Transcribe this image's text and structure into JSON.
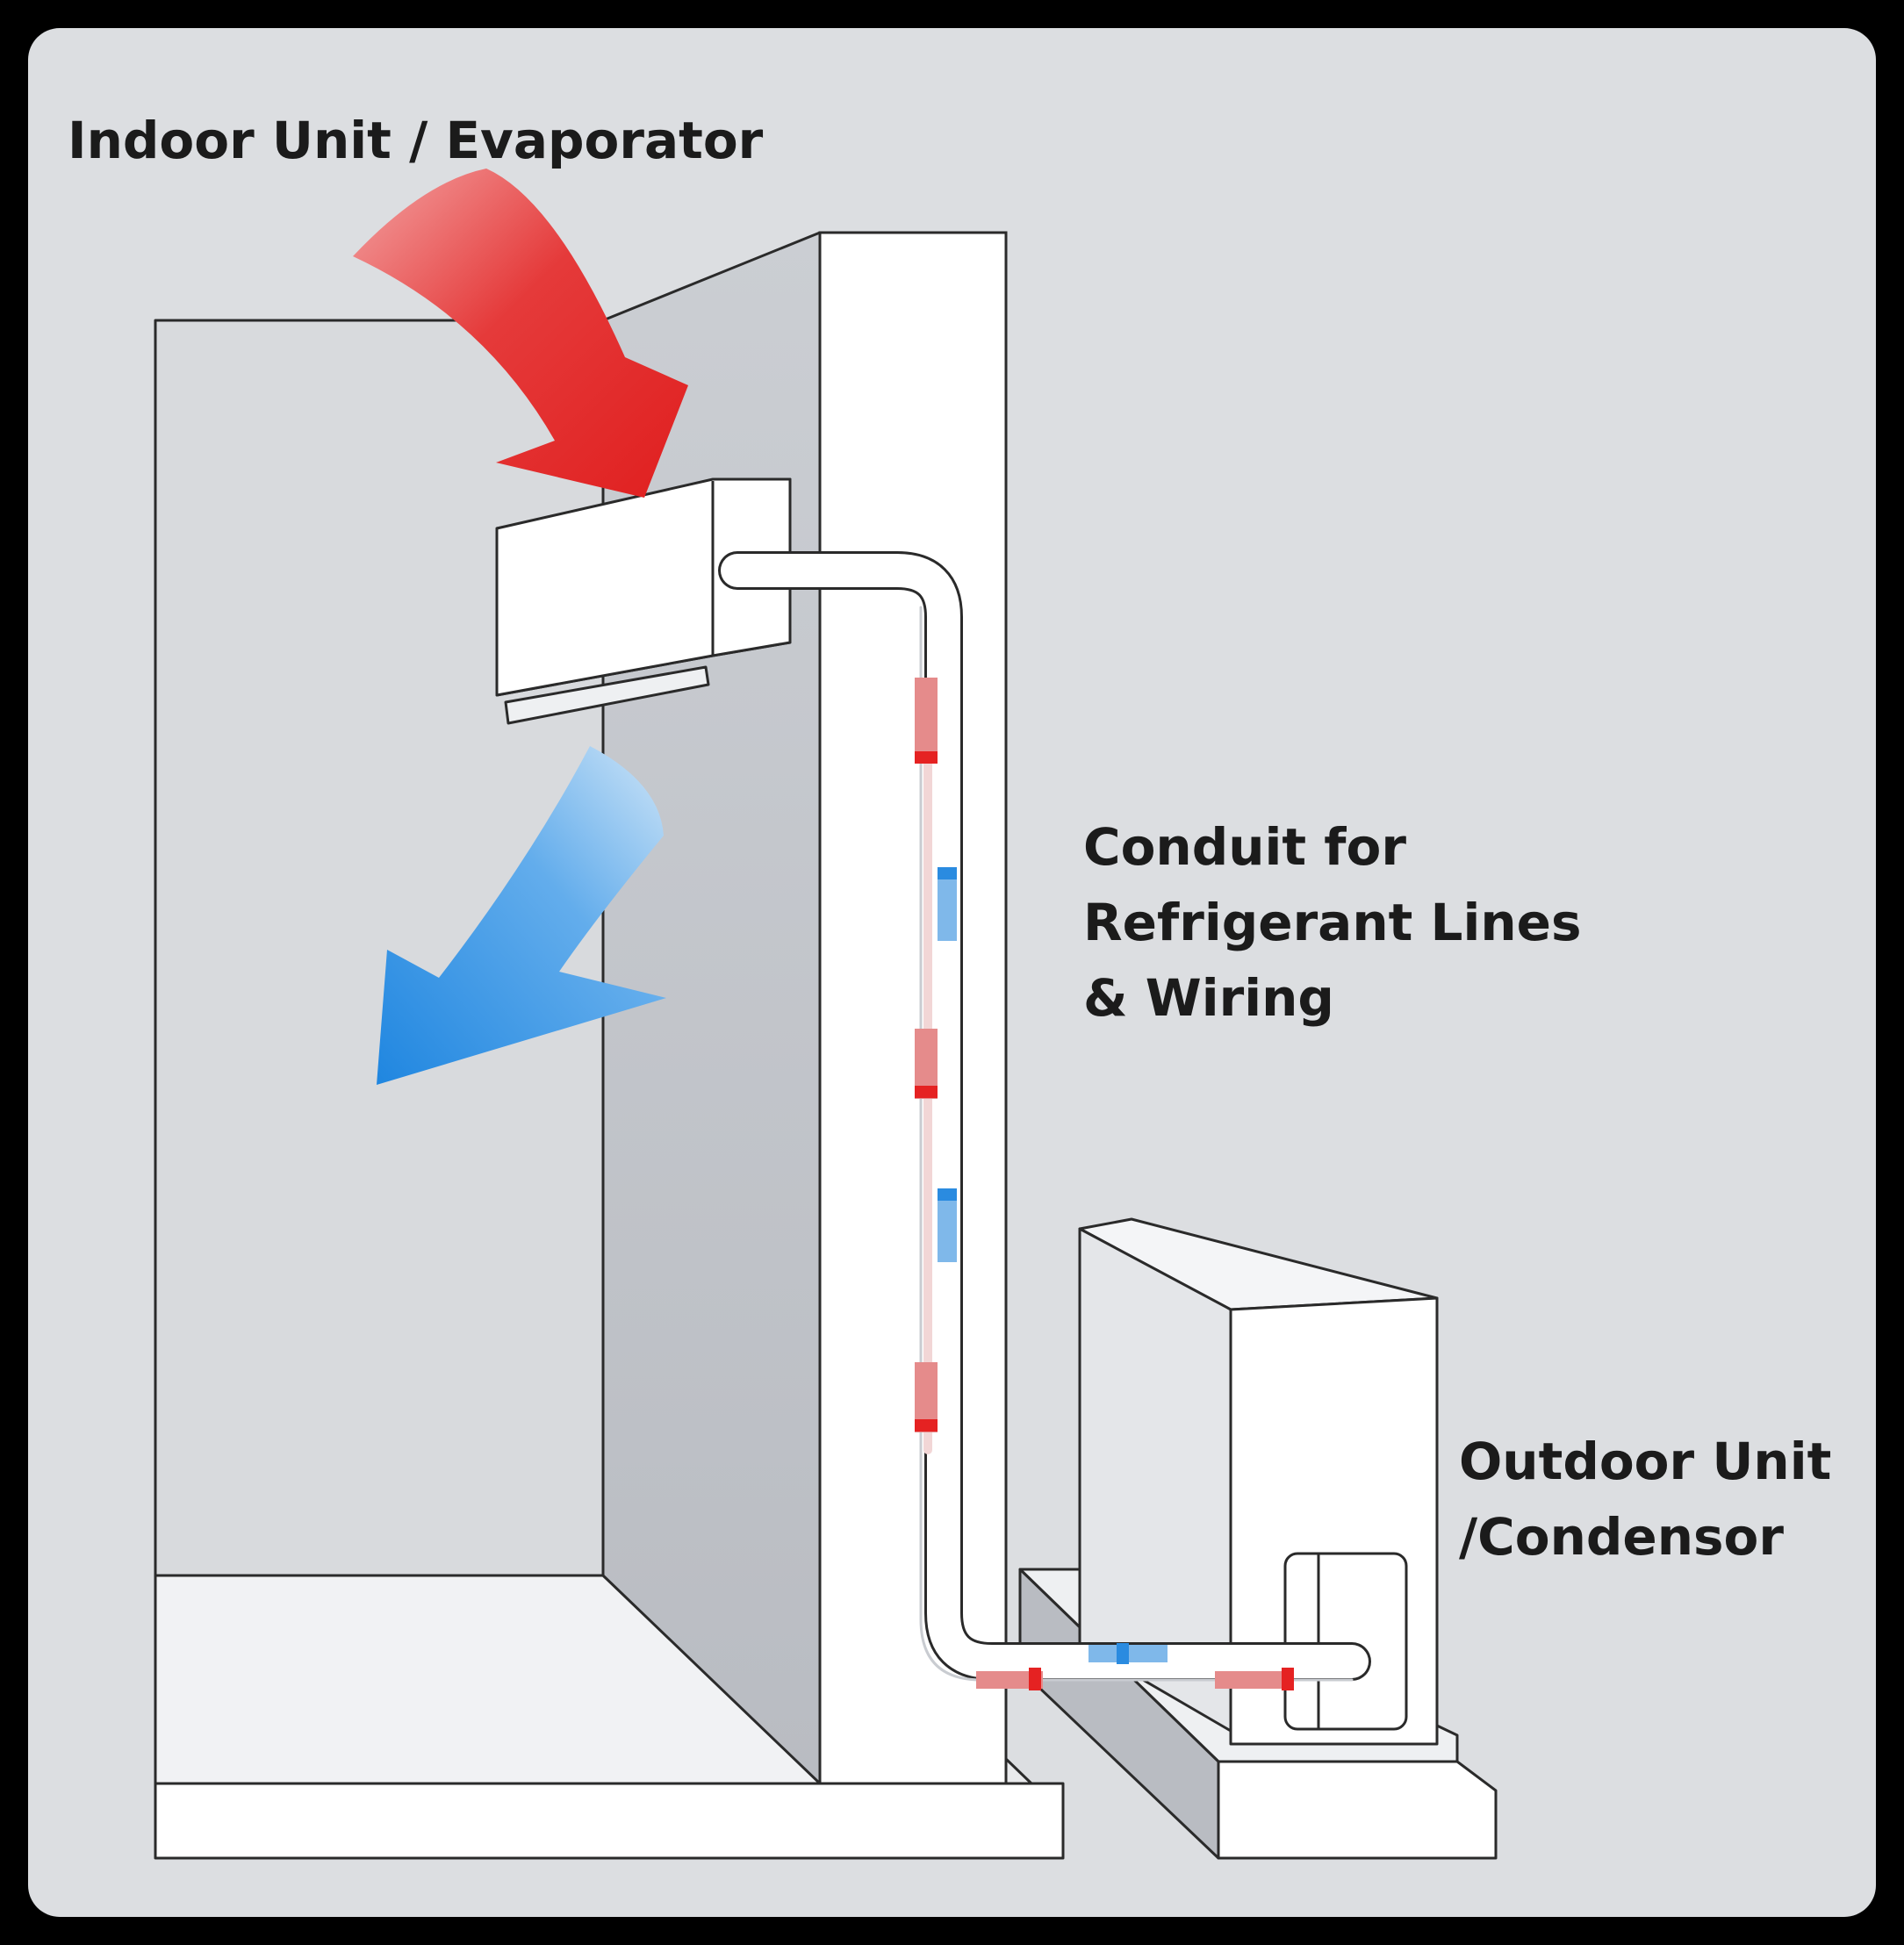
{
  "labels": {
    "indoor": "Indoor Unit / Evaporator",
    "conduit_line1": "Conduit for",
    "conduit_line2": "Refrigerant Lines",
    "conduit_line3": "& Wiring",
    "outdoor_line1": "Outdoor Unit",
    "outdoor_line2": "/Condensor"
  },
  "colors": {
    "background": "#dcdee1",
    "frame": "#000000",
    "wall_face": "#c4c7cc",
    "wall_edge": "#ffffff",
    "room_wall": "#d7d9dd",
    "hot_air_arrow": "#e32b2b",
    "cool_air_arrow": "#2f8fe0",
    "hot_line": "#e52222",
    "cold_line": "#2a8be0",
    "text": "#1b1b1b"
  },
  "icons": {
    "hot_air": "red-arrow-icon",
    "cool_air": "blue-arrow-icon"
  }
}
